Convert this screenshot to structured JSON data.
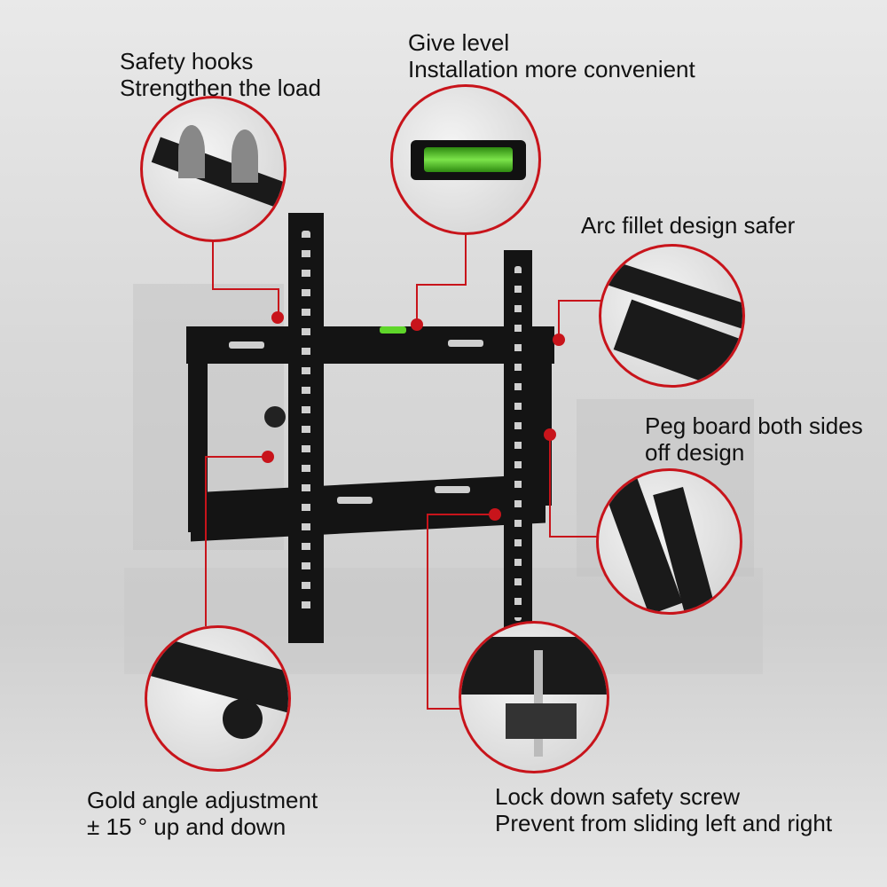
{
  "callouts": {
    "safety_hooks": {
      "line1": "Safety hooks",
      "line2": "Strengthen the load"
    },
    "give_level": {
      "line1": "Give level",
      "line2": "Installation more convenient"
    },
    "arc_fillet": {
      "line1": "Arc fillet design safer"
    },
    "peg_board": {
      "line1": "Peg board both sides",
      "line2": "off design"
    },
    "angle": {
      "line1": "Gold angle adjustment",
      "line2": "± 15 ° up and down"
    },
    "lock_screw": {
      "line1": "Lock down safety screw",
      "line2": "Prevent from sliding left and right"
    }
  },
  "colors": {
    "accent": "#c8141b",
    "bracket": "#141414",
    "level_bubble": "#5fd62a"
  }
}
